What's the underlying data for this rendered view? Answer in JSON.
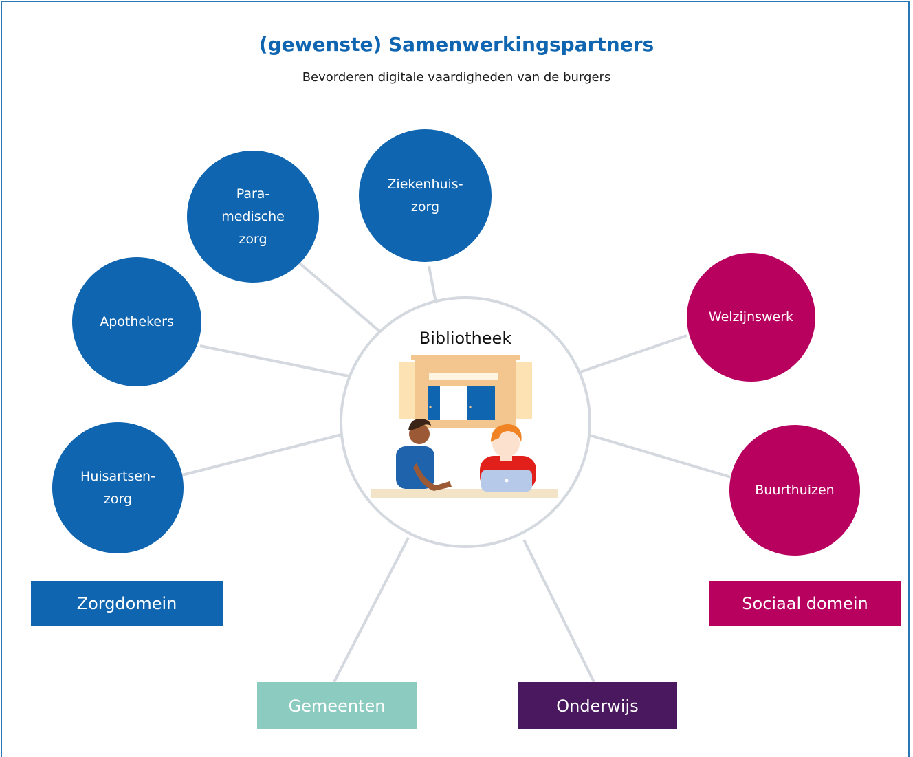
{
  "header": {
    "title": "(gewenste) Samenwerkingspartners",
    "subtitle": "Bevorderen digitale vaardigheden van de burgers"
  },
  "center": {
    "label": "Bibliotheek"
  },
  "partners": {
    "paramedische": "Para-\nmedische\nzorg",
    "ziekenhuis": "Ziekenhuis-\nzorg",
    "apothekers": "Apothekers",
    "huisartsen": "Huisartsen-\nzorg",
    "welzijnswerk": "Welzijnswerk",
    "buurthuizen": "Buurthuizen"
  },
  "domains": {
    "zorg": "Zorgdomein",
    "sociaal": "Sociaal domein",
    "gemeenten": "Gemeenten",
    "onderwijs": "Onderwijs"
  },
  "colors": {
    "care_blue": "#0f65b0",
    "social_magenta": "#b8005f",
    "municipal_teal": "#8ccbc0",
    "education_purple": "#4a185e",
    "connector_gray": "#d4d8df"
  }
}
